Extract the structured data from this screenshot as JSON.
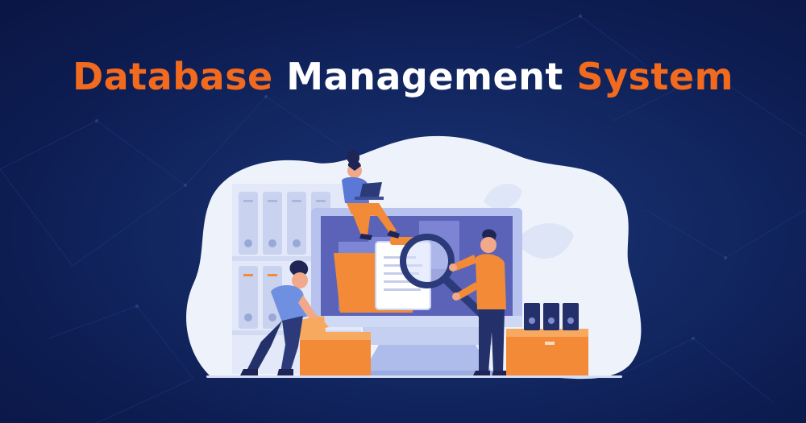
{
  "title": {
    "part1": "Database",
    "part2": "Management",
    "part3": "System"
  },
  "colors": {
    "accent": "#f26a1e",
    "title_white": "#ffffff",
    "background": "#132866",
    "blob": "#eef2fb",
    "monitor_frame": "#b7c3ee",
    "monitor_screen": "#5a63b8",
    "folder": "#f28a38",
    "person_shirt_blue": "#5b78d6",
    "person_pants": "#23306a"
  },
  "illustration": {
    "icons": [
      "filing-cabinet-icon",
      "monitor-icon",
      "magnifier-icon",
      "folder-icon",
      "document-icon",
      "laptop-icon",
      "box-icon",
      "binders-icon"
    ]
  }
}
